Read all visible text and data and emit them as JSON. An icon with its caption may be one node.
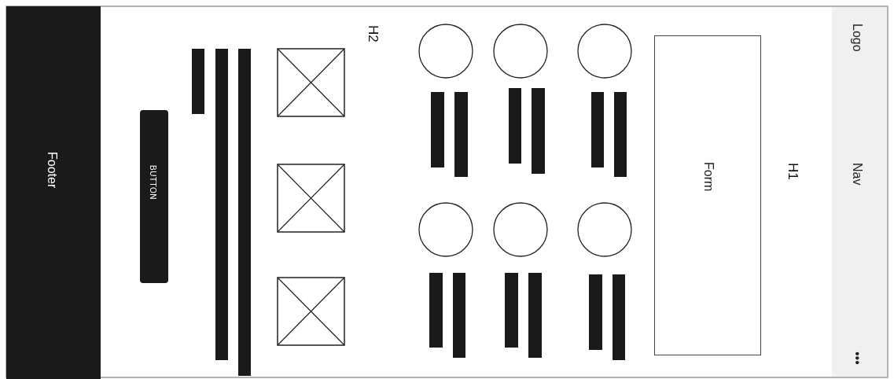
{
  "diagram": {
    "nodes": [
      {
        "text": [
          "Logo",
          "Nav",
          "•••"
        ]
      },
      {
        "text": [
          "Form"
        ]
      },
      {
        "text": [
          "BUTTON"
        ]
      },
      {
        "text": [
          "Footer"
        ]
      }
    ],
    "labels": [
      "H1",
      "H2"
    ]
  }
}
